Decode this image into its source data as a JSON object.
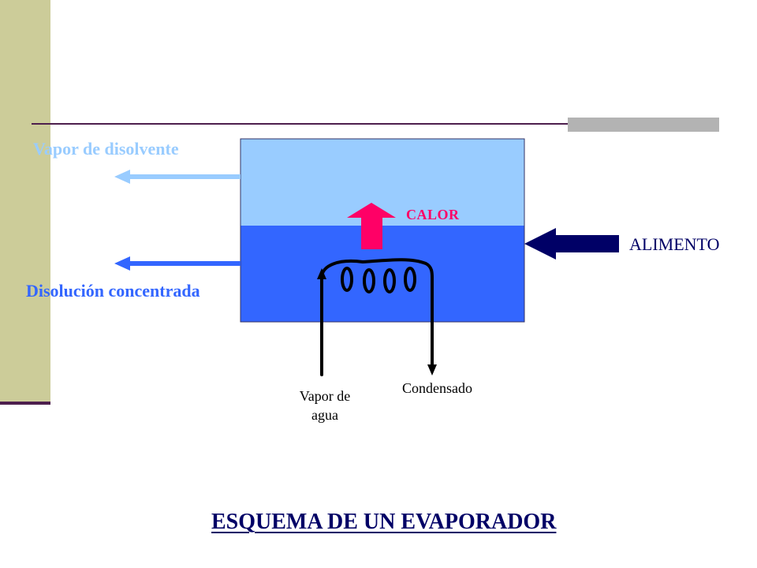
{
  "diagram": {
    "title": "ESQUEMA DE UN EVAPORADOR",
    "labels": {
      "vapor_disolvente": "Vapor de disolvente",
      "disolucion_concentrada": "Disolución concentrada",
      "calor": "CALOR",
      "alimento": "ALIMENTO",
      "vapor_agua": "Vapor de agua",
      "condensado": "Condensado"
    },
    "colors": {
      "vapor_space": "#99ccff",
      "liquid": "#3366ff",
      "heat_arrow": "#ff0066",
      "feed_arrow": "#000066",
      "sidebar": "#cccc99",
      "rule": "#4d1f4d"
    }
  }
}
